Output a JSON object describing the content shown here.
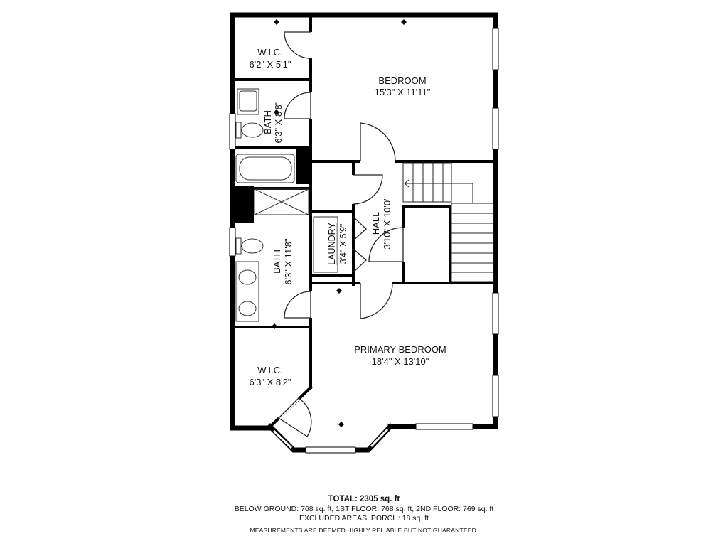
{
  "plan": {
    "wall_color": "#000000",
    "window_color": "#ffffff",
    "fixture_color": "#333333"
  },
  "rooms": {
    "wic_top": {
      "name": "W.I.C.",
      "dims": "6'2\" X 5'1\""
    },
    "bedroom": {
      "name": "BEDROOM",
      "dims": "15'3\" X 11'11\""
    },
    "bath_top": {
      "name": "BATH",
      "dims": "6'3\" X 8'8\""
    },
    "laundry": {
      "name": "LAUNDRY",
      "dims": "3'4\" X 5'9\""
    },
    "hall": {
      "name": "HALL",
      "dims": "3'10\" X 10'0\""
    },
    "bath_mid": {
      "name": "BATH",
      "dims": "6'3\" X 11'8\""
    },
    "primary_bedroom": {
      "name": "PRIMARY BEDROOM",
      "dims": "18'4\" X 13'10\""
    },
    "wic_bottom": {
      "name": "W.I.C.",
      "dims": "6'3\" X 8'2\""
    }
  },
  "footer": {
    "total": "TOTAL: 2305 sq. ft",
    "line1": "BELOW GROUND: 768 sq. ft, 1ST FLOOR: 768 sq. ft, 2ND FLOOR: 769 sq. ft",
    "line2": "EXCLUDED AREAS: PORCH: 18 sq. ft",
    "disclaimer": "MEASUREMENTS ARE DEEMED HIGHLY RELIABLE BUT NOT GUARANTEED."
  }
}
